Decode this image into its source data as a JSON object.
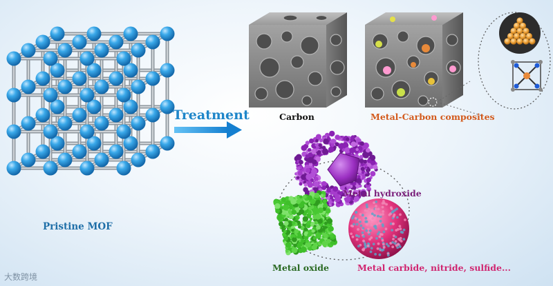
{
  "labels": {
    "treatment": "Treatment",
    "pristine_mof": "Pristine MOF",
    "carbon": "Carbon",
    "metal_carbon_composites": "Metal-Carbon composites",
    "metal_hydroxide": "Metal hydroxide",
    "metal_oxide": "Metal oxide",
    "metal_carbide": "Metal carbide, nitride, sulfide..."
  },
  "watermark": "大数跨境",
  "colors": {
    "mof_node": "#2a9be0",
    "mof_rod": "#9aa3ab",
    "arrow": "#1f9be6",
    "carbon": "#8f8f8f",
    "hydroxide": "#a13ac6",
    "oxide": "#4fcf3a",
    "carbide": "#e0357c",
    "core_shell": "#e8a33a"
  }
}
